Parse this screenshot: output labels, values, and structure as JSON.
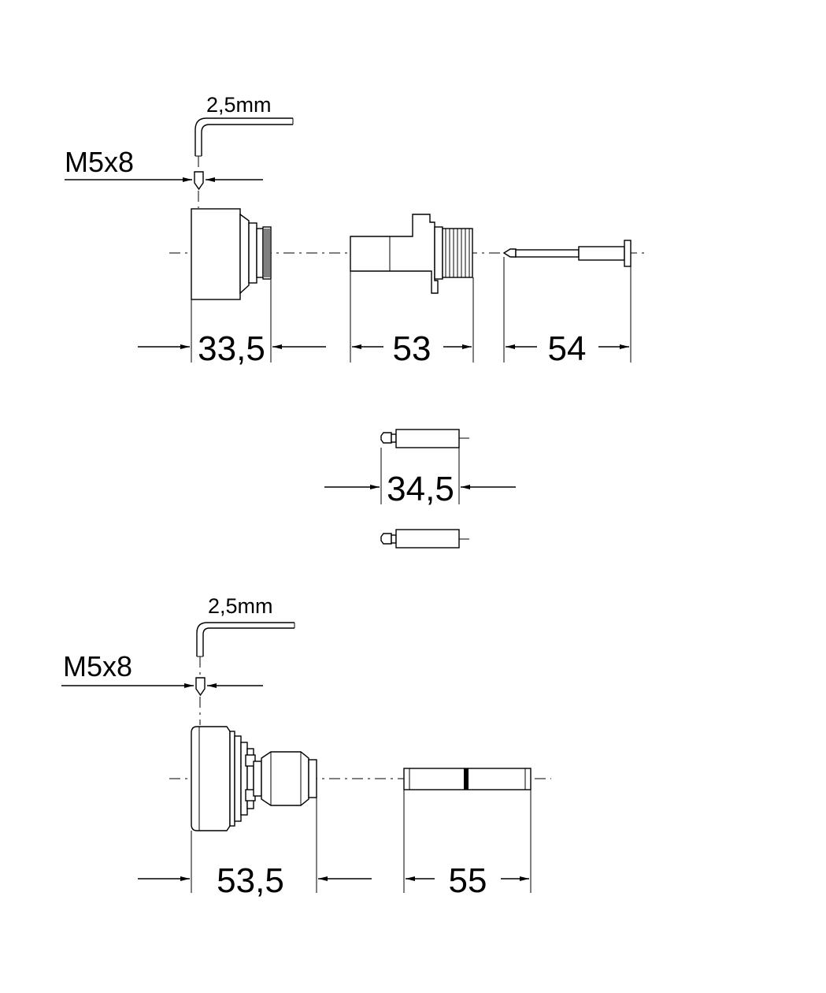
{
  "top_assembly": {
    "hex_key_label": "2,5mm",
    "screw_label": "M5x8",
    "dim_handle": "33,5",
    "dim_extension": "53",
    "dim_spindle": "54"
  },
  "middle_assembly": {
    "dim_pin": "34,5"
  },
  "bottom_assembly": {
    "hex_key_label": "2,5mm",
    "screw_label": "M5x8",
    "dim_handle": "53,5",
    "dim_rod": "55"
  }
}
